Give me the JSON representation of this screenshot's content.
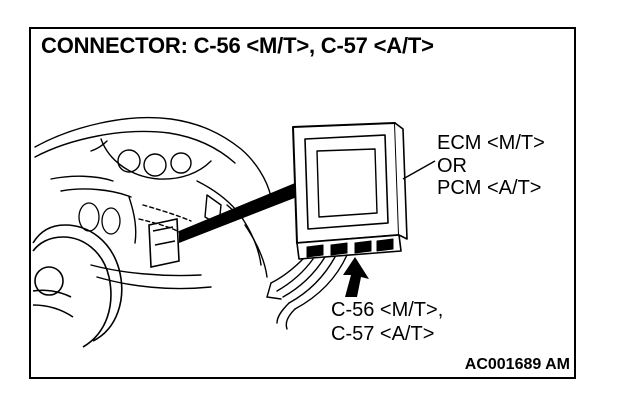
{
  "title": "CONNECTOR: C-56 <M/T>, C-57 <A/T>",
  "labels": {
    "ecm": "ECM <M/T>",
    "or": "OR",
    "pcm": "PCM <A/T>",
    "c56": "C-56 <M/T>,",
    "c57": "C-57 <A/T>"
  },
  "figure_code": "AC001689 AM"
}
